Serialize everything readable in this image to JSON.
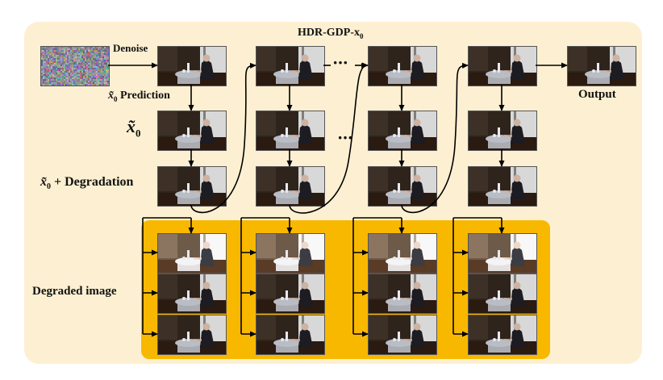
{
  "title": {
    "main": "HDR-GDP-x",
    "sub": "0"
  },
  "labels": {
    "denoise": "Denoise",
    "x0_prediction_sym": "x̃",
    "x0_prediction_sub": "0",
    "x0_prediction_text": " Prediction",
    "x0_sym": "x̃",
    "x0_sub": "0",
    "x0_deg_sym": "x̃",
    "x0_deg_sub": "0",
    "x0_deg_text": " + Degradation",
    "degraded_image": "Degraded image",
    "output": "Output",
    "ellipsis_top": "···",
    "ellipsis_mid": "···"
  },
  "colors": {
    "panel_bg": "#fdf0d2",
    "degraded_panel": "#f8b800",
    "arrow": "#000000"
  }
}
